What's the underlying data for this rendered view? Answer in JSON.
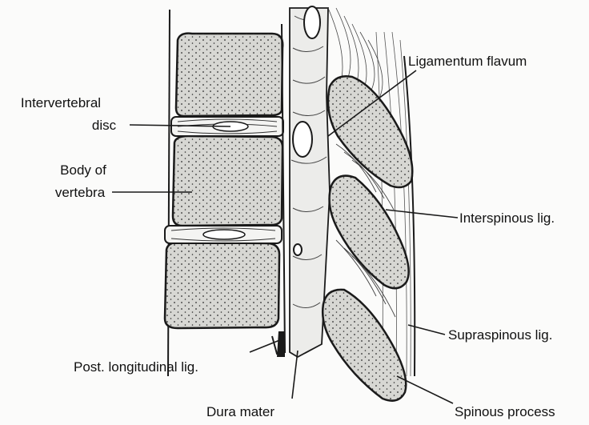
{
  "labels": {
    "intervertebral_disc_line1": "Intervertebral",
    "intervertebral_disc_line2": "disc",
    "body_of_vertebra_line1": "Body of",
    "body_of_vertebra_line2": "vertebra",
    "post_longitudinal_lig": "Post. longitudinal lig.",
    "dura_mater": "Dura mater",
    "ligamentum_flavum": "Ligamentum flavum",
    "interspinous_lig": "Interspinous lig.",
    "supraspinous_lig": "Supraspinous lig.",
    "spinous_process": "Spinous process"
  },
  "colors": {
    "bone_fill": "#d7d7d3",
    "outline": "#1a1a1a",
    "canal_fill": "#ececea",
    "paper": "#fbfbfa"
  }
}
